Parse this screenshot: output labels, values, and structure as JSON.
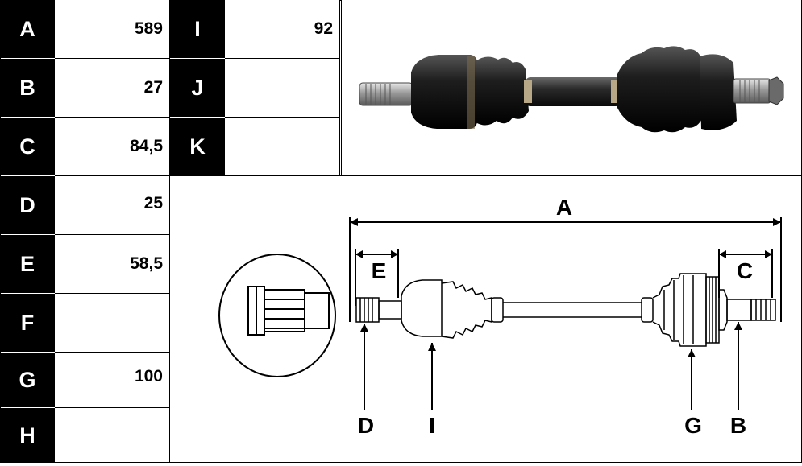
{
  "table": {
    "left_rows": [
      {
        "letter": "A",
        "value": "589"
      },
      {
        "letter": "B",
        "value": "27"
      },
      {
        "letter": "C",
        "value": "84,5"
      },
      {
        "letter": "D",
        "value": "25"
      },
      {
        "letter": "E",
        "value": "58,5"
      },
      {
        "letter": "F",
        "value": ""
      },
      {
        "letter": "G",
        "value": "100"
      },
      {
        "letter": "H",
        "value": ""
      }
    ],
    "right_rows": [
      {
        "letter": "I",
        "value": "92"
      },
      {
        "letter": "J",
        "value": ""
      },
      {
        "letter": "K",
        "value": ""
      }
    ]
  },
  "diagram": {
    "labels": {
      "A": "A",
      "E": "E",
      "C": "C",
      "D": "D",
      "I": "I",
      "G": "G",
      "B": "B"
    }
  },
  "colors": {
    "letter_bg": "#000000",
    "letter_fg": "#ffffff",
    "line": "#000000",
    "shaft_dark": "#1a1a1a"
  }
}
